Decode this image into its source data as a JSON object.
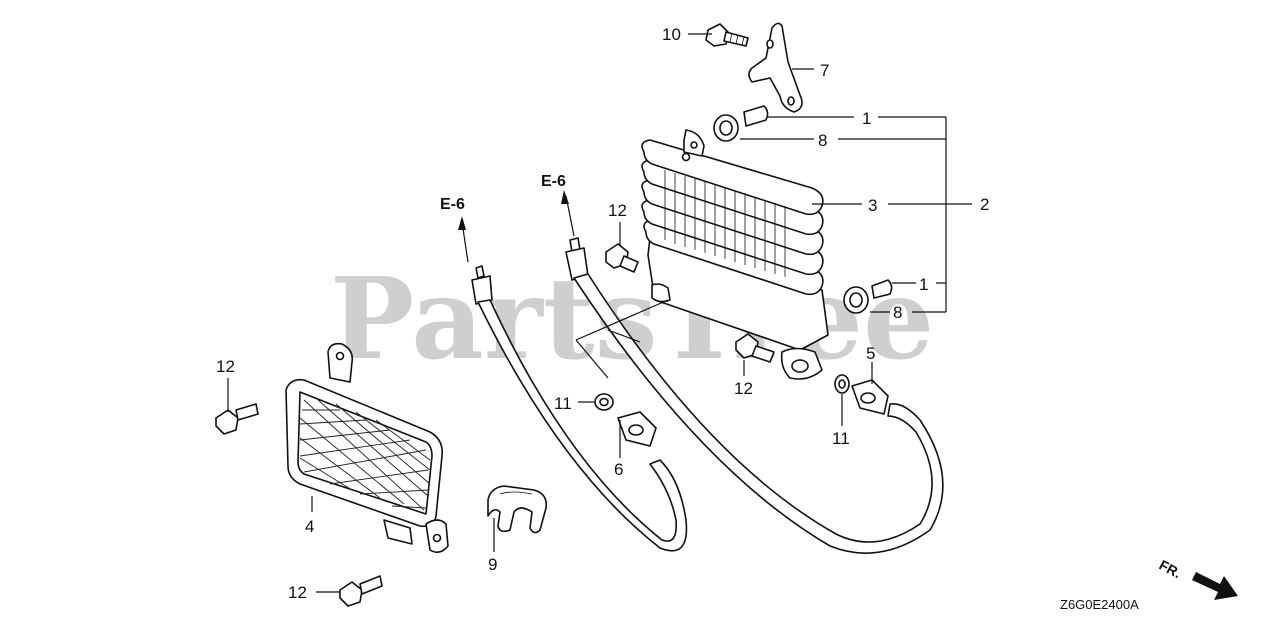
{
  "watermark": "PartsTree",
  "diagram_code": "Z6G0E2400A",
  "front_indicator": "FR.",
  "reference_labels": [
    "E-6",
    "E-6"
  ],
  "callouts": [
    "1",
    "1",
    "2",
    "3",
    "4",
    "5",
    "6",
    "7",
    "8",
    "8",
    "9",
    "10",
    "11",
    "11",
    "12",
    "12",
    "12",
    "12"
  ]
}
